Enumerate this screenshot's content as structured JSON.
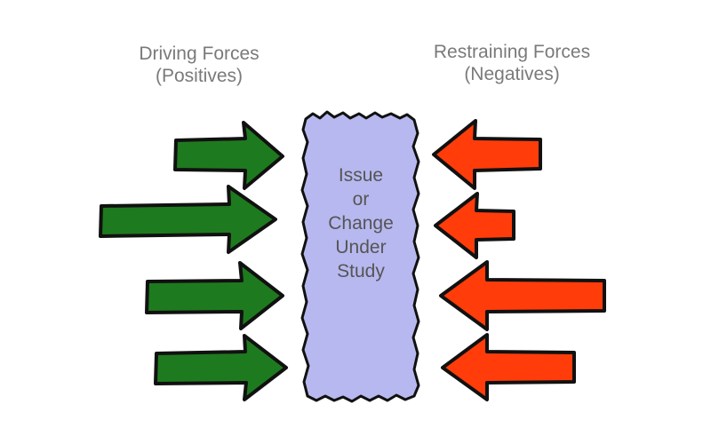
{
  "driving": {
    "title": "Driving Forces",
    "subtitle": "(Positives)",
    "arrow_color": "#1e7a1e",
    "arrow_count": 4
  },
  "restraining": {
    "title": "Restraining Forces",
    "subtitle": "(Negatives)",
    "arrow_color": "#ff3c0a",
    "arrow_count": 4
  },
  "center_box": {
    "lines": [
      "Issue",
      "or",
      "Change",
      "Under",
      "Study"
    ],
    "fill_color": "#b8b8f0"
  },
  "outline_color": "#111111"
}
